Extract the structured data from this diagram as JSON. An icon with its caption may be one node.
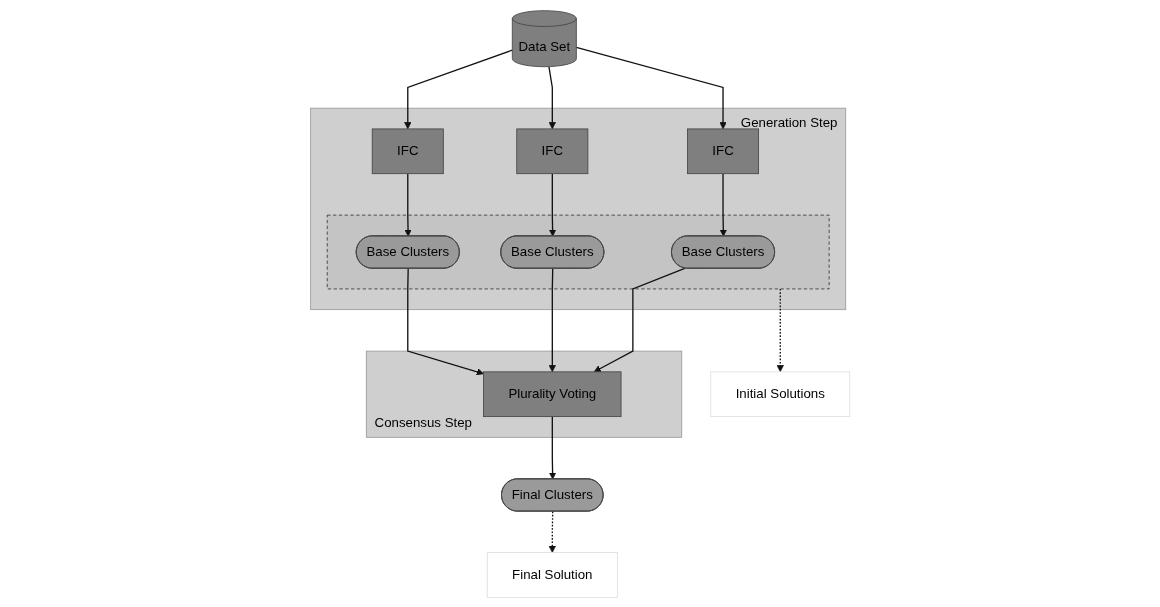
{
  "diagram": {
    "nodes": [
      {
        "text": [
          "Data Set"
        ]
      },
      {
        "text": [
          "Generation Step"
        ]
      },
      {
        "text": [
          "IFC"
        ],
        "in": 1
      },
      {
        "text": [
          "IFC"
        ],
        "in": 1
      },
      {
        "text": [
          "IFC"
        ],
        "in": 1
      },
      {
        "text": [],
        "shape": "box",
        "in": 1
      },
      {
        "text": [
          "Base Clusters"
        ],
        "in": 5
      },
      {
        "text": [
          "Base Clusters"
        ],
        "in": 5
      },
      {
        "text": [
          "Base Clusters"
        ],
        "in": 5
      },
      {
        "text": [
          "Consensus Step"
        ]
      },
      {
        "text": [
          "Plurality Voting"
        ],
        "in": 9
      },
      {
        "text": [
          "Final Clusters"
        ]
      },
      {
        "text": [
          "Initial Solutions"
        ]
      },
      {
        "text": [
          "Final Solution"
        ]
      }
    ],
    "edges": [
      {
        "from": 0,
        "to": 2,
        "arrow": "to"
      },
      {
        "from": 0,
        "to": 3,
        "arrow": "to"
      },
      {
        "from": 0,
        "to": 4,
        "arrow": "to"
      },
      {
        "from": 2,
        "to": 6,
        "arrow": "to"
      },
      {
        "from": 3,
        "to": 7,
        "arrow": "to"
      },
      {
        "from": 4,
        "to": 8,
        "arrow": "to"
      },
      {
        "from": 6,
        "to": 10,
        "arrow": "to"
      },
      {
        "from": 7,
        "to": 10,
        "arrow": "to"
      },
      {
        "from": 8,
        "to": 10,
        "arrow": "to"
      },
      {
        "from": 10,
        "to": 11,
        "arrow": "to"
      },
      {
        "from": 5,
        "to": 12,
        "arrow": "to",
        "style": "dashed"
      },
      {
        "from": 11,
        "to": 13,
        "arrow": "to",
        "style": "dashed"
      }
    ]
  }
}
